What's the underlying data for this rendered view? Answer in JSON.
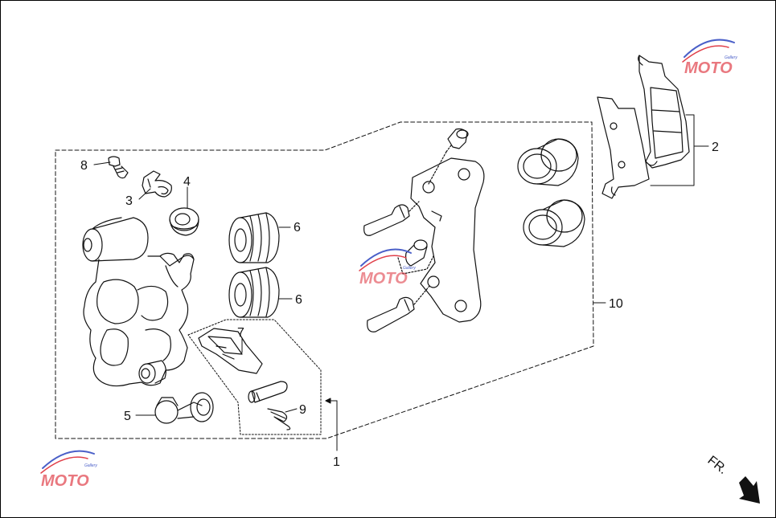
{
  "callouts": {
    "c1": "1",
    "c2": "2",
    "c3": "3",
    "c4": "4",
    "c5": "5",
    "c6a": "6",
    "c6b": "6",
    "c7": "7",
    "c8": "8",
    "c9": "9",
    "c10": "10"
  },
  "direction": {
    "label": "FR."
  },
  "watermark": {
    "text": "MOTO",
    "tagline": "Gallery",
    "colors": {
      "red": "#e0404a",
      "blue": "#4a5fc8"
    }
  },
  "colors": {
    "line": "#111111",
    "paper": "#ffffff"
  }
}
